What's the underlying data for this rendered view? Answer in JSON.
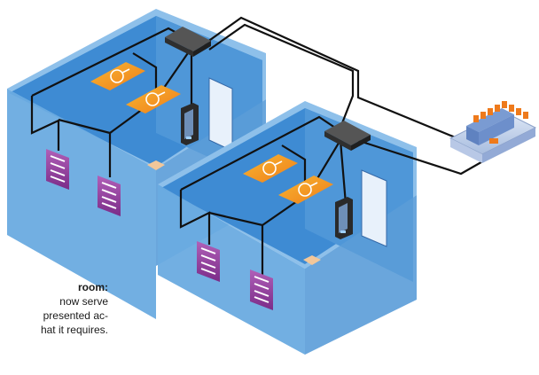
{
  "caption": {
    "title": "room:",
    "lines": [
      "now serve",
      "presented ac-",
      "hat it requires."
    ]
  },
  "colors": {
    "room_front": "#5b9fd8",
    "room_side": "#4a8ccc",
    "room_top": "#8ec0ea",
    "room_inner": "#3a86cf",
    "wire": "#111111",
    "lamp_tile": "#f5a31a",
    "panel": "#8f3f9a",
    "controller": "#2a2a2a",
    "hub": "#3c3c3c",
    "rail_module": "#7a9bd2",
    "terminal_orange": "#ee7a1c"
  },
  "icons": {
    "lamp": "light-bulb-icon",
    "keypad": "keypad-icon",
    "controller": "room-controller-icon",
    "hub": "network-hub-icon",
    "din": "din-rail-controller-icon"
  }
}
